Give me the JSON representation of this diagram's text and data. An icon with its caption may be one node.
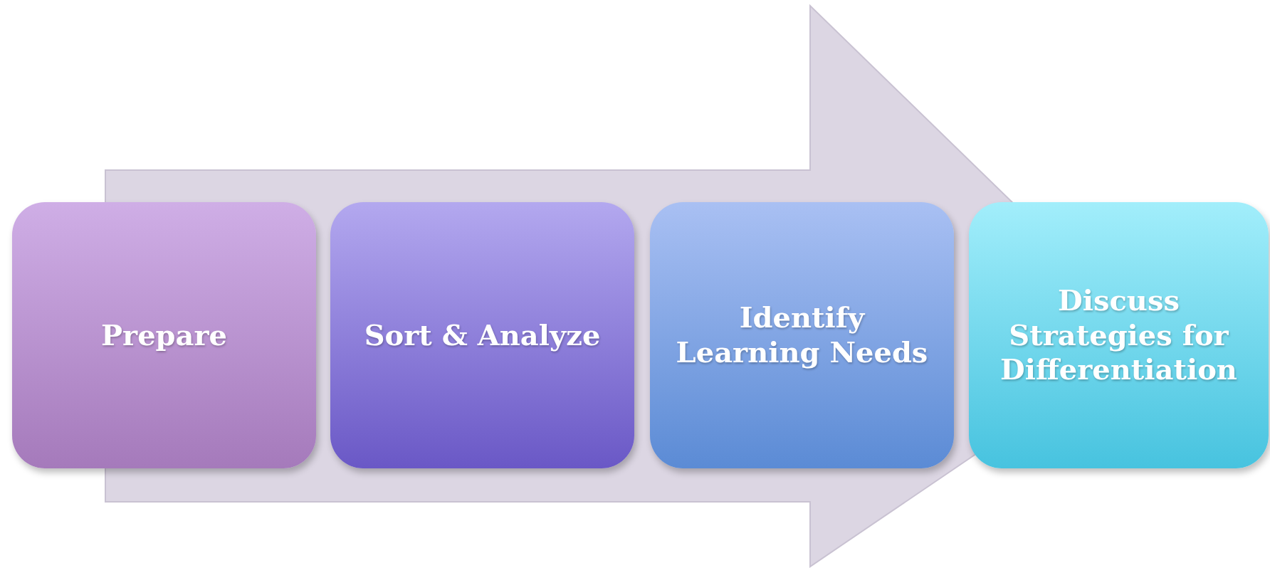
{
  "diagram": {
    "nodes": [
      {
        "text": [
          "Prepare"
        ]
      },
      {
        "text": [
          "Sort & Analyze"
        ]
      },
      {
        "text": [
          "Identify Learning Needs"
        ]
      },
      {
        "text": [
          "Discuss Strategies for Differentiation"
        ]
      }
    ],
    "edges": [
      {
        "from": 0,
        "to": 3,
        "arrow": "to"
      }
    ]
  }
}
